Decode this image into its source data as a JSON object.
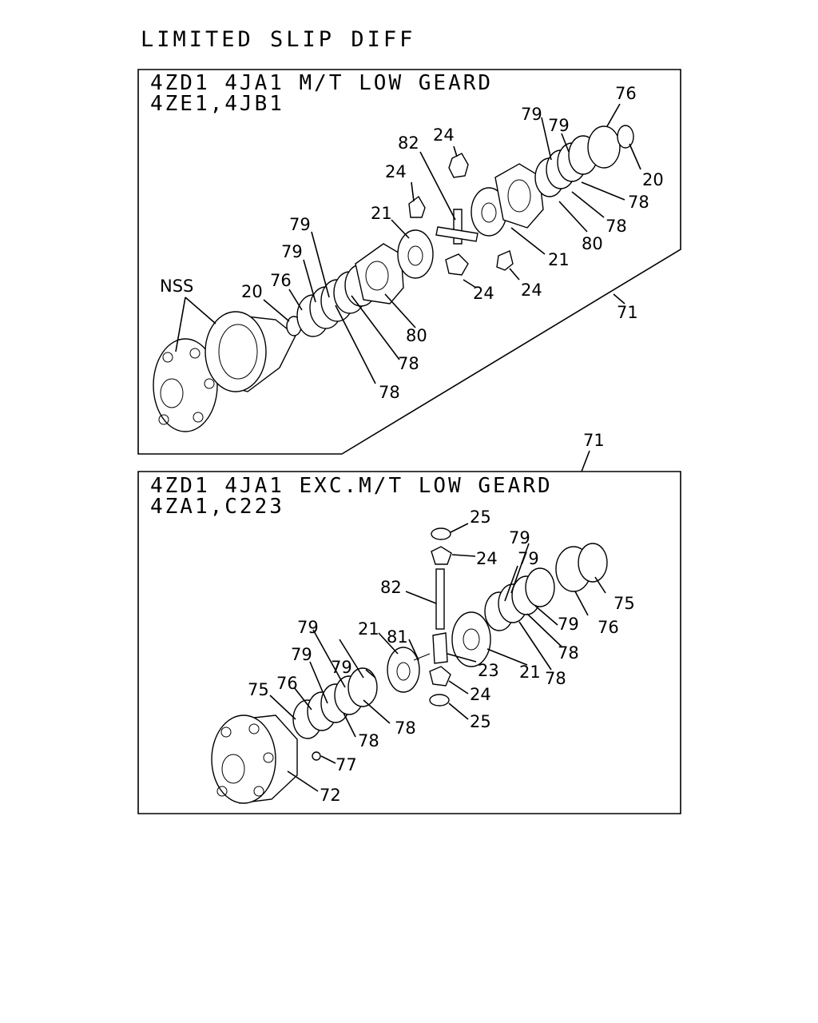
{
  "title": "LIMITED SLIP DIFF",
  "panel_top": {
    "header_line1": "4ZD1 4JA1 M/T LOW GEARD",
    "header_line2": "4ZE1,4JB1",
    "labels": {
      "nss": "NSS",
      "p76a": "76",
      "p79a": "79",
      "p79b": "79",
      "p24a": "24",
      "p82": "82",
      "p24b": "24",
      "p21a": "21",
      "p20a": "20",
      "p78a": "78",
      "p78b": "78",
      "p80a": "80",
      "p21b": "21",
      "p79c": "79",
      "p79d": "79",
      "p20b": "20",
      "p76b": "76",
      "p24c": "24",
      "p24d": "24",
      "p71": "71",
      "p80b": "80",
      "p78c": "78",
      "p78d": "78"
    }
  },
  "panel_bottom": {
    "header_line1": "4ZD1 4JA1 EXC.M/T LOW GEARD",
    "header_line2": "4ZA1,C223",
    "label_71": "71",
    "labels": {
      "p25a": "25",
      "p79a": "79",
      "p24a": "24",
      "p79b": "79",
      "p82": "82",
      "p75a": "75",
      "p79c": "79",
      "p76a": "76",
      "p78a": "78",
      "p79d": "79",
      "p21a": "21",
      "p81": "81",
      "p79e": "79",
      "p23": "23",
      "p21b": "21",
      "p78b": "78",
      "p79f": "79",
      "p24b": "24",
      "p75b": "75",
      "p76b": "76",
      "p78c": "78",
      "p25b": "25",
      "p78d": "78",
      "p77": "77",
      "p72": "72"
    }
  }
}
